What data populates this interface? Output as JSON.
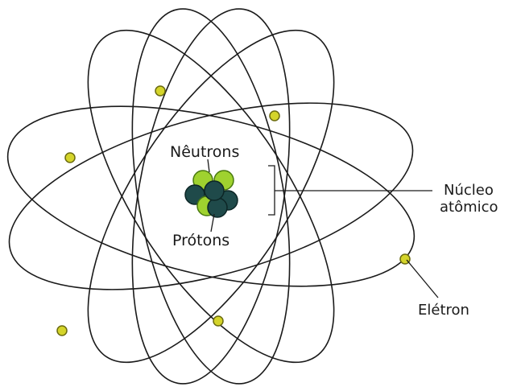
{
  "labels": {
    "neutrons": "Nêutrons",
    "protons": "Prótons",
    "nucleus_line1": "Núcleo",
    "nucleus_line2": "atômico",
    "electron": "Elétron"
  },
  "colors": {
    "electron_fill": "#d4d42a",
    "electron_stroke": "#6b6b10",
    "proton_fill": "#9fd22f",
    "proton_stroke": "#4a7a10",
    "neutron_fill": "#1f4a4a",
    "neutron_stroke": "#0d2626",
    "line": "#1a1a1a"
  },
  "counts": {
    "orbits": 6,
    "electrons": 6,
    "nucleus_particles": 7
  }
}
